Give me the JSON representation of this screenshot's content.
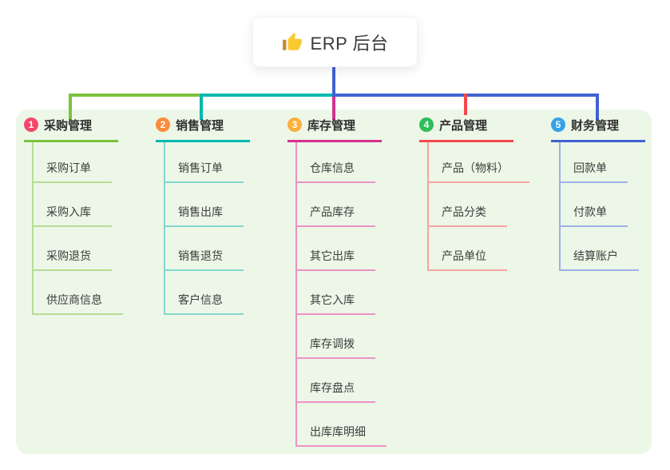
{
  "root": {
    "label": "ERP 后台",
    "icon": "thumbs-up-icon"
  },
  "colors": {
    "panel_bg": "#ecf7e7",
    "root_link": "#3f63d2"
  },
  "branches": [
    {
      "badge": "1",
      "label": "采购管理",
      "badge_color": "#f5476a",
      "line_color": "#7cc23e",
      "line_color_light": "#b7dd95",
      "items": [
        "采购订单",
        "采购入库",
        "采购退货",
        "供应商信息"
      ]
    },
    {
      "badge": "2",
      "label": "销售管理",
      "badge_color": "#fb8c3c",
      "line_color": "#00b8ad",
      "line_color_light": "#85d6cf",
      "items": [
        "销售订单",
        "销售出库",
        "销售退货",
        "客户信息"
      ]
    },
    {
      "badge": "3",
      "label": "库存管理",
      "badge_color": "#fbb03c",
      "line_color": "#d6308f",
      "line_color_light": "#ee92c6",
      "items": [
        "仓库信息",
        "产品库存",
        "其它出库",
        "其它入库",
        "库存调拨",
        "库存盘点",
        "出库库明细"
      ]
    },
    {
      "badge": "4",
      "label": "产品管理",
      "badge_color": "#2ebd59",
      "line_color": "#f4494d",
      "line_color_light": "#f8a3a2",
      "items": [
        "产品（物料）",
        "产品分类",
        "产品单位"
      ]
    },
    {
      "badge": "5",
      "label": "财务管理",
      "badge_color": "#35a3e8",
      "line_color": "#3f63d2",
      "line_color_light": "#9db1e6",
      "items": [
        "回款单",
        "付款单",
        "结算账户"
      ]
    }
  ]
}
